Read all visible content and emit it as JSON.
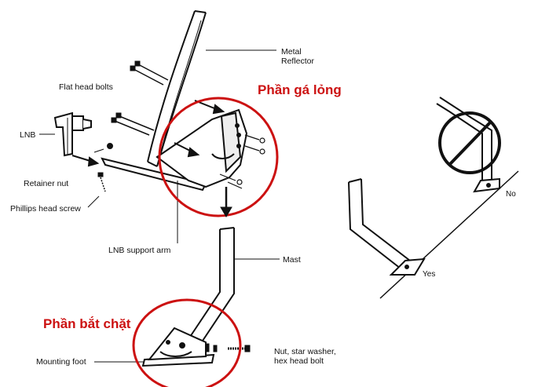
{
  "labels": {
    "metal_reflector": "Metal\nReflector",
    "flat_head_bolts": "Flat head bolts",
    "lnb": "LNB",
    "retainer_nut": "Retainer nut",
    "phillips_head_screw": "Phillips head screw",
    "lnb_support_arm": "LNB support arm",
    "mast": "Mast",
    "mounting_foot": "Mounting foot",
    "nut_star_washer": "Nut, star washer,\nhex head bolt"
  },
  "callouts": {
    "bracket_part": "Phần gá lỏng",
    "clamp_part": "Phần bắt chặt"
  },
  "inset": {
    "yes": "Yes",
    "no": "No"
  },
  "colors": {
    "accent": "#cc1111",
    "line": "#111111"
  },
  "icons": {
    "prohibited": "prohibited-icon",
    "arrow_down": "arrow-down-icon"
  }
}
